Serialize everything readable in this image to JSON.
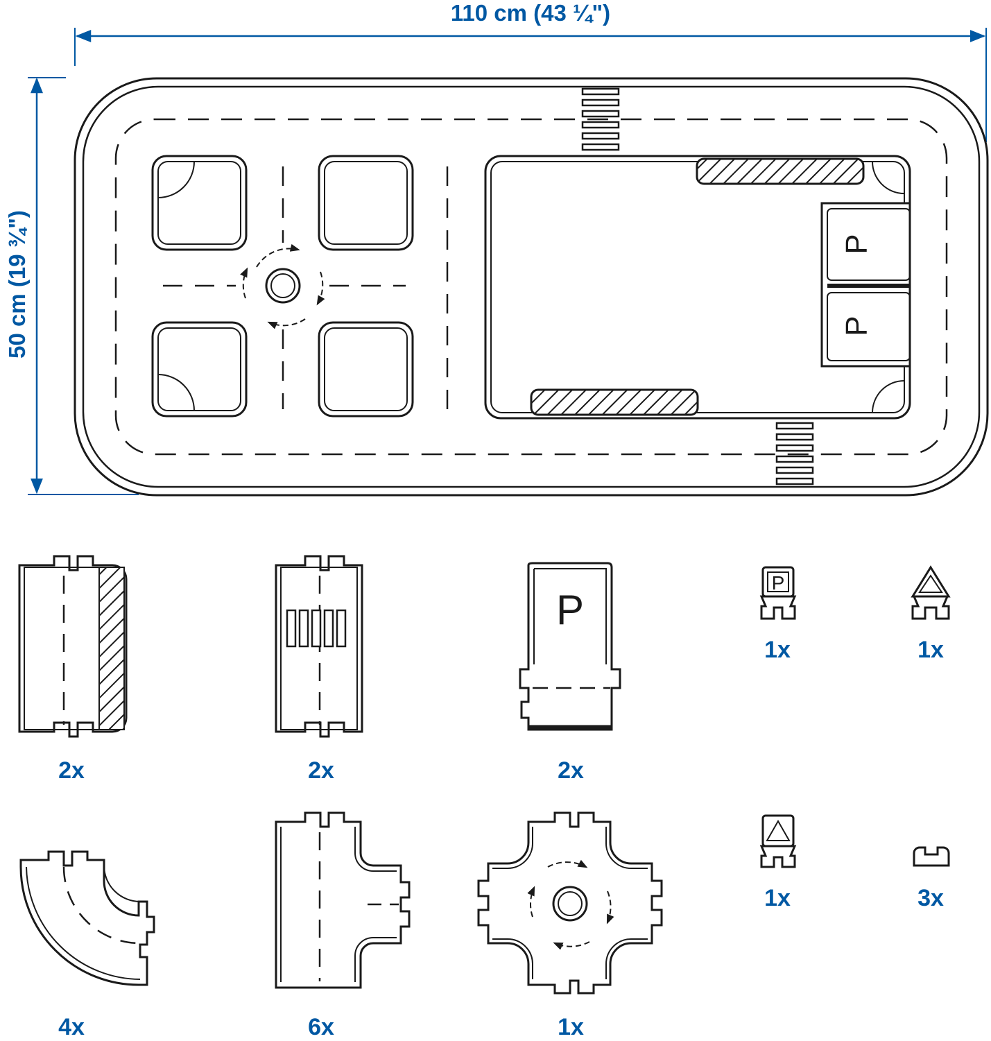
{
  "dimensions": {
    "width_label": "110 cm (43 ¼\")",
    "height_label": "50 cm (19 ¾\")"
  },
  "board_labels": {
    "parking_sign": "P"
  },
  "parts": [
    {
      "id": "straight-shoulder",
      "quantity": "2x"
    },
    {
      "id": "straight-crosswalk",
      "quantity": "2x"
    },
    {
      "id": "parking-end",
      "quantity": "2x",
      "sign": "P"
    },
    {
      "id": "sign-parking",
      "quantity": "1x",
      "sign": "P"
    },
    {
      "id": "sign-triangle",
      "quantity": "1x"
    },
    {
      "id": "curve",
      "quantity": "4x"
    },
    {
      "id": "t-junction",
      "quantity": "6x"
    },
    {
      "id": "roundabout",
      "quantity": "1x"
    },
    {
      "id": "sign-warning",
      "quantity": "1x"
    },
    {
      "id": "connector",
      "quantity": "3x"
    }
  ],
  "colors": {
    "accent": "#0058a3",
    "line": "#1a1a1a"
  }
}
